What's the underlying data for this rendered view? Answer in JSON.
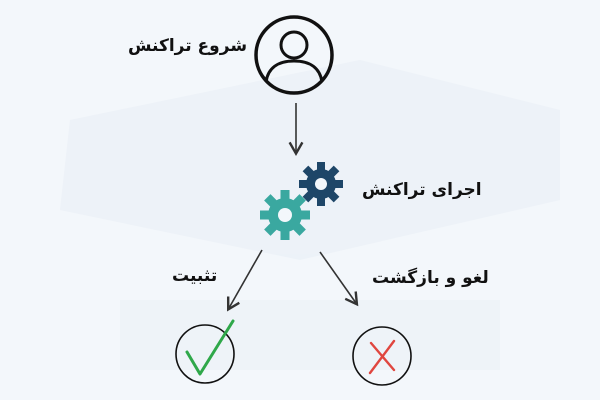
{
  "diagram": {
    "nodes": {
      "start": {
        "label": "شروع تراکنش",
        "icon": "user-icon"
      },
      "execute": {
        "label": "اجرای تراکنش",
        "icon": "gears-icon"
      },
      "commit": {
        "label": "تثبیت",
        "icon": "check-icon"
      },
      "rollback": {
        "label": "لغو و بازگشت",
        "icon": "cross-icon"
      }
    },
    "edges": [
      {
        "from": "start",
        "to": "execute"
      },
      {
        "from": "execute",
        "to": "commit"
      },
      {
        "from": "execute",
        "to": "rollback"
      }
    ]
  },
  "colors": {
    "background": "#f3f7fb",
    "gear_dark": "#1e4668",
    "gear_light": "#3aa8a0",
    "check": "#2fa84a",
    "cross": "#e0463f",
    "outline": "#111111"
  }
}
